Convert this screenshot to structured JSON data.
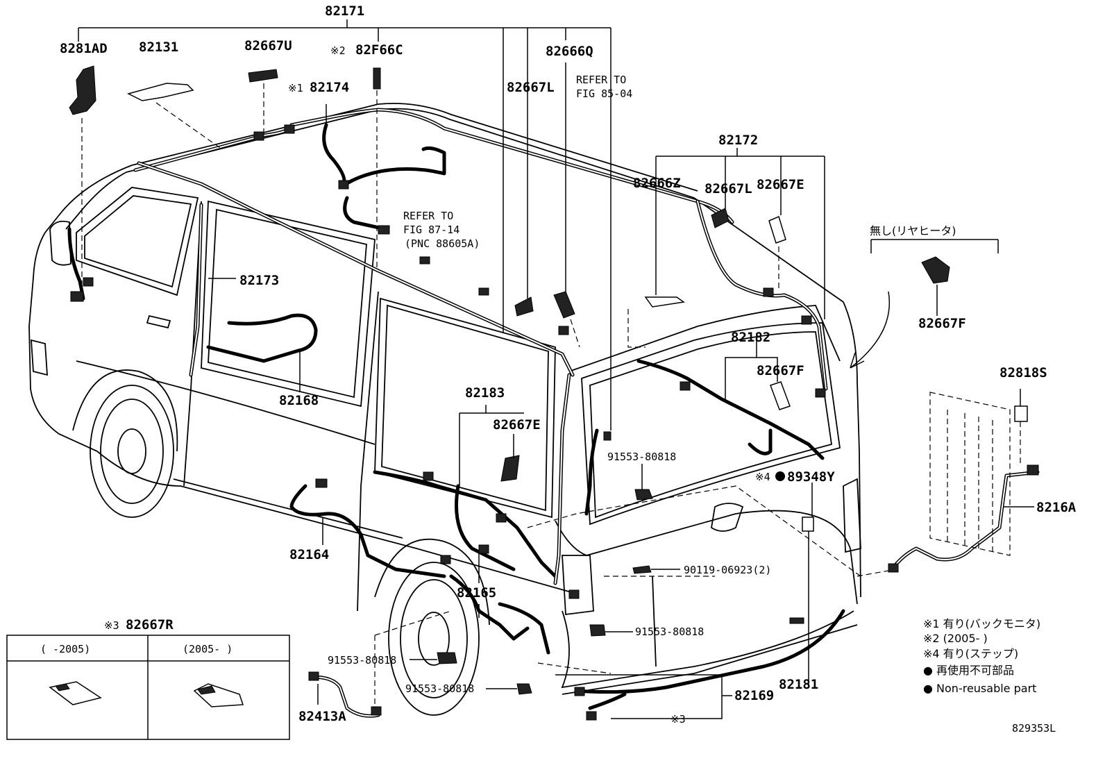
{
  "diagram_id": "829353L",
  "labels": {
    "l_82171": "82171",
    "l_8281AD": "8281AD",
    "l_82131": "82131",
    "l_82667U": "82667U",
    "l_82F66C_mark": "※2",
    "l_82F66C": "82F66C",
    "l_82174_mark": "※1",
    "l_82174": "82174",
    "l_82666Q": "82666Q",
    "l_82667L_a": "82667L",
    "l_refer1_a": "REFER TO",
    "l_refer1_b": "FIG 85-04",
    "l_refer2_a": "REFER TO",
    "l_refer2_b": "FIG 87-14",
    "l_refer2_c": "(PNC 88605A)",
    "l_82172": "82172",
    "l_82666Z": "82666Z",
    "l_82667L_b": "82667L",
    "l_82667E_a": "82667E",
    "l_nashi": "無し(リヤヒータ)",
    "l_82667F_a": "82667F",
    "l_82173": "82173",
    "l_82182": "82182",
    "l_82667F_b": "82667F",
    "l_82168": "82168",
    "l_82183": "82183",
    "l_82667E_b": "82667E",
    "l_82818S": "82818S",
    "l_91553_a": "91553-80818",
    "l_89348Y_mark": "※4",
    "l_89348Y": "89348Y",
    "l_8216A": "8216A",
    "l_82164": "82164",
    "l_90119": "90119-06923(2)",
    "l_82165": "82165",
    "l_91553_b": "91553-80818",
    "l_82667R_mark": "※3",
    "l_82667R": "82667R",
    "l_91553_c": "91553-80818",
    "l_91553_d": "91553-80818",
    "l_82181": "82181",
    "l_82169": "82169",
    "l_ref3": "※3",
    "l_82413A": "82413A"
  },
  "inset": {
    "col1": "(     -2005)",
    "col2": "(2005-     )"
  },
  "legend": [
    "※1 有り(バックモニタ)",
    "※2 (2005-       )",
    "※4 有り(ステップ)",
    "● 再使用不可部品",
    "● Non-reusable part"
  ],
  "colors": {
    "ink": "#000000",
    "paper": "#ffffff"
  }
}
